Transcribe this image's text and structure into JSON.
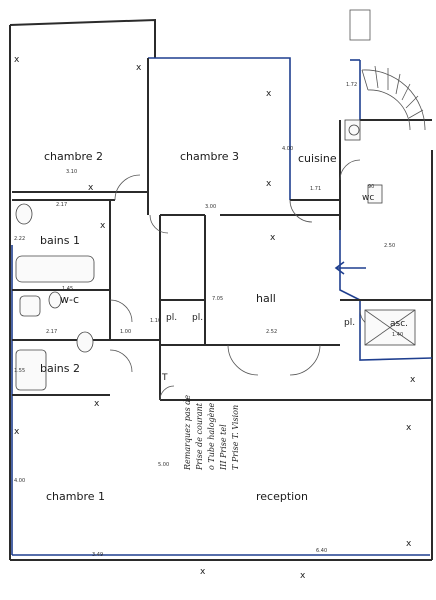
{
  "rooms": {
    "chambre2": "chambre 2",
    "chambre3": "chambre 3",
    "cuisine": "cuisine",
    "bains1": "bains 1",
    "wc1": "w-c",
    "bains2": "bains 2",
    "hall": "hall",
    "pl1": "pl.",
    "pl2": "pl.",
    "pl3": "pl.",
    "asc": "asc.",
    "wc2": "wc",
    "chambre1": "chambre 1",
    "reception": "reception"
  },
  "dimensions": {
    "d1": "3.10",
    "d2": "2.17",
    "d3": "3.00",
    "d4": "1.71",
    "d5": "90",
    "d6": "4.00",
    "d7": "1.72",
    "d8": "2.50",
    "d9": "1.45",
    "d10": "2.17",
    "d11": "1.00",
    "d12": "2.52",
    "d13": "1.40",
    "d14": "3.49",
    "d15": "6.40",
    "d16": "2.22",
    "d17": "1.55",
    "d18": "5.00",
    "d19": "4.00",
    "d20": "7.05",
    "d21": "1.10"
  },
  "annotations": {
    "legend_title": "Remarquez pas de",
    "legend_lines": [
      "Prise de courant",
      "o Tube halogène",
      "III Prise tel",
      "T Prise T. Vision"
    ],
    "marks": [
      "x",
      "x",
      "T"
    ]
  },
  "colors": {
    "wall": "#2b2b2b",
    "highlight": "#1f3f8f",
    "paper": "#ffffff"
  }
}
